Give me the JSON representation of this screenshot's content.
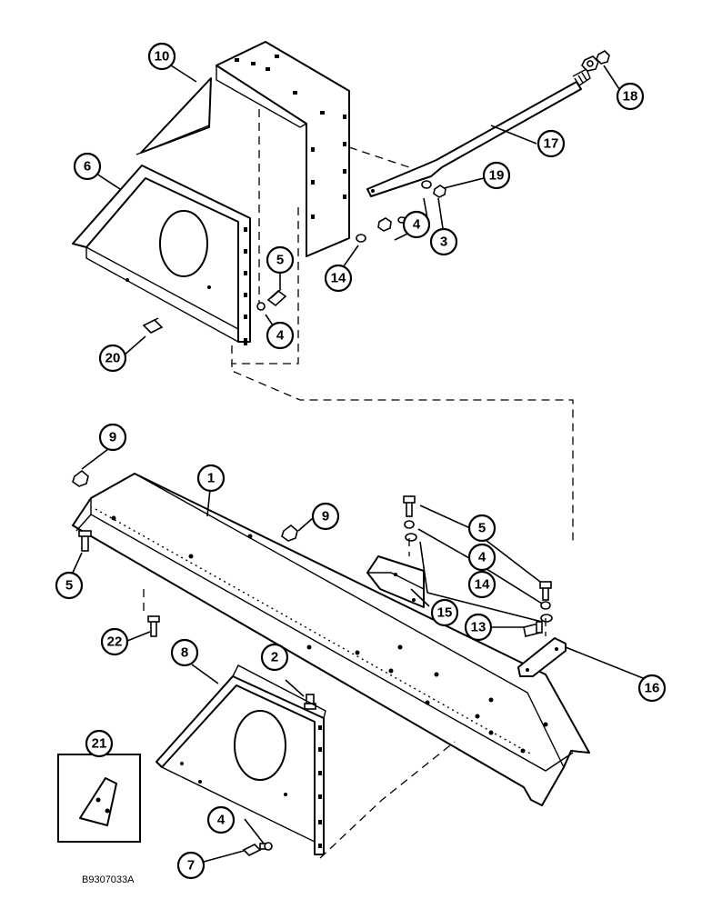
{
  "figure": {
    "code": "B9307033A",
    "callouts": {
      "c1": "1",
      "c2": "2",
      "c3": "3",
      "c4a": "4",
      "c4b": "4",
      "c4c": "4",
      "c4d": "4",
      "c5a": "5",
      "c5b": "5",
      "c5c": "5",
      "c6": "6",
      "c7": "7",
      "c8": "8",
      "c9a": "9",
      "c9b": "9",
      "c10": "10",
      "c13": "13",
      "c14a": "14",
      "c14b": "14",
      "c15": "15",
      "c16": "16",
      "c17": "17",
      "c18": "18",
      "c19": "19",
      "c20": "20",
      "c21": "21",
      "c22": "22"
    }
  }
}
